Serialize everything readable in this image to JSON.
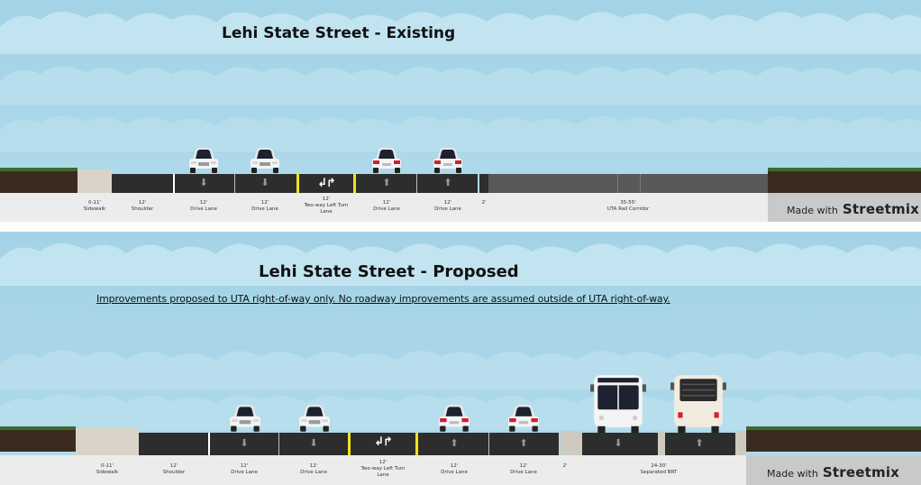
{
  "existing": {
    "title": "Lehi State Street - Existing",
    "segments": [
      {
        "width": "0-11'",
        "name": "Sidewalk"
      },
      {
        "width": "12'",
        "name": "Shoulder"
      },
      {
        "width": "12'",
        "name": "Drive Lane"
      },
      {
        "width": "12'",
        "name": "Drive Lane"
      },
      {
        "width": "12'",
        "name": "Two-way Left Turn Lane"
      },
      {
        "width": "12'",
        "name": "Drive Lane"
      },
      {
        "width": "12'",
        "name": "Drive Lane"
      },
      {
        "width": "2'",
        "name": ""
      },
      {
        "width": "35-55'",
        "name": "UTA Rail Corridor"
      }
    ],
    "made_with": "Made with",
    "brand": "Streetmix"
  },
  "proposed": {
    "title": "Lehi State Street - Proposed",
    "note": "Improvements proposed to UTA right-of-way only. No roadway improvements are assumed outside of UTA right-of-way.",
    "segments": [
      {
        "width": "0-11'",
        "name": "Sidewalk"
      },
      {
        "width": "12'",
        "name": "Shoulder"
      },
      {
        "width": "12'",
        "name": "Drive Lane"
      },
      {
        "width": "12'",
        "name": "Drive Lane"
      },
      {
        "width": "12'",
        "name": "Two-way Left Turn Lane"
      },
      {
        "width": "12'",
        "name": "Drive Lane"
      },
      {
        "width": "12'",
        "name": "Drive Lane"
      },
      {
        "width": "2'",
        "name": ""
      },
      {
        "width": "24-30'",
        "name": "Separated BRT"
      }
    ],
    "made_with": "Made with",
    "brand": "Streetmix"
  },
  "colors": {
    "sky": "#a9d7e8",
    "cloud": "#c6e8f4",
    "road": "#2d2d2d",
    "rail": "#58595b",
    "soil": "#3a2a20",
    "grass": "#3c6b2f",
    "lane_yellow": "#f2e21a"
  },
  "icons": {
    "down_arrow": "⬇",
    "up_arrow": "⬆",
    "turn_arrows": "↲↱"
  }
}
